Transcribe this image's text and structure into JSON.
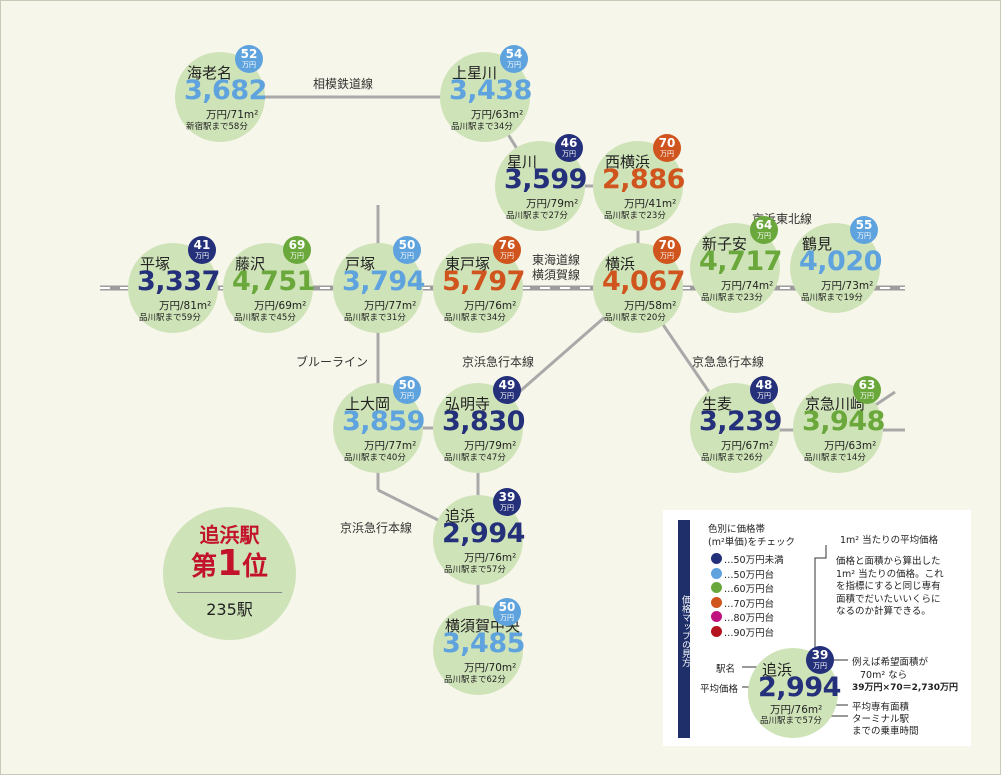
{
  "colors": {
    "under50": "#24307a",
    "r50": "#5fa3de",
    "r60": "#6aa83c",
    "r70": "#d0541e",
    "r80": "#c0127e",
    "r90": "#b5141e",
    "circle": "#cfe3b8",
    "track": "#a9a9a9",
    "accent_red": "#c3122b"
  },
  "stations": [
    {
      "id": "ebina",
      "name": "海老名",
      "price": "3,682",
      "badge": "52",
      "unit": "万円",
      "area": "万円/71m²",
      "time": "新宿駅まで58分",
      "color": "r50"
    },
    {
      "id": "kamihoshikawa",
      "name": "上星川",
      "price": "3,438",
      "badge": "54",
      "unit": "万円",
      "area": "万円/63m²",
      "time": "品川駅まで34分",
      "color": "r50"
    },
    {
      "id": "hoshikawa",
      "name": "星川",
      "price": "3,599",
      "badge": "46",
      "unit": "万円",
      "area": "万円/79m²",
      "time": "品川駅まで27分",
      "color": "under50"
    },
    {
      "id": "nishiyokohama",
      "name": "西横浜",
      "price": "2,886",
      "badge": "70",
      "unit": "万円",
      "area": "万円/41m²",
      "time": "品川駅まで23分",
      "color": "r70"
    },
    {
      "id": "hiratsuka",
      "name": "平塚",
      "price": "3,337",
      "badge": "41",
      "unit": "万円",
      "area": "万円/81m²",
      "time": "品川駅まで59分",
      "color": "under50"
    },
    {
      "id": "fujisawa",
      "name": "藤沢",
      "price": "4,751",
      "badge": "69",
      "unit": "万円",
      "area": "万円/69m²",
      "time": "品川駅まで45分",
      "color": "r60"
    },
    {
      "id": "totsuka",
      "name": "戸塚",
      "price": "3,794",
      "badge": "50",
      "unit": "万円",
      "area": "万円/77m²",
      "time": "品川駅まで31分",
      "color": "r50"
    },
    {
      "id": "higashitotsuka",
      "name": "東戸塚",
      "price": "5,797",
      "badge": "76",
      "unit": "万円",
      "area": "万円/76m²",
      "time": "品川駅まで34分",
      "color": "r70"
    },
    {
      "id": "yokohama",
      "name": "横浜",
      "price": "4,067",
      "badge": "70",
      "unit": "万円",
      "area": "万円/58m²",
      "time": "品川駅まで20分",
      "color": "r70"
    },
    {
      "id": "shinkoyasu",
      "name": "新子安",
      "price": "4,717",
      "badge": "64",
      "unit": "万円",
      "area": "万円/74m²",
      "time": "品川駅まで23分",
      "color": "r60"
    },
    {
      "id": "tsurumi",
      "name": "鶴見",
      "price": "4,020",
      "badge": "55",
      "unit": "万円",
      "area": "万円/73m²",
      "time": "品川駅まで19分",
      "color": "r50"
    },
    {
      "id": "kamiooka",
      "name": "上大岡",
      "price": "3,859",
      "badge": "50",
      "unit": "万円",
      "area": "万円/77m²",
      "time": "品川駅まで40分",
      "color": "r50"
    },
    {
      "id": "gumyoji",
      "name": "弘明寺",
      "price": "3,830",
      "badge": "49",
      "unit": "万円",
      "area": "万円/79m²",
      "time": "品川駅まで47分",
      "color": "under50"
    },
    {
      "id": "namamugi",
      "name": "生麦",
      "price": "3,239",
      "badge": "48",
      "unit": "万円",
      "area": "万円/67m²",
      "time": "品川駅まで26分",
      "color": "under50"
    },
    {
      "id": "keikyukawasaki",
      "name": "京急川崎",
      "price": "3,948",
      "badge": "63",
      "unit": "万円",
      "area": "万円/63m²",
      "time": "品川駅まで14分",
      "color": "r60"
    },
    {
      "id": "oppama",
      "name": "追浜",
      "price": "2,994",
      "badge": "39",
      "unit": "万円",
      "area": "万円/76m²",
      "time": "品川駅まで57分",
      "color": "under50"
    },
    {
      "id": "yokosukachuo",
      "name": "横須賀中央",
      "price": "3,485",
      "badge": "50",
      "unit": "万円",
      "area": "万円/70m²",
      "time": "品川駅まで62分",
      "color": "r50"
    }
  ],
  "line_labels": {
    "sotetsu": "相模鉄道線",
    "keihin_tohoku": "京浜東北線",
    "tokaido": "東海道線",
    "yokosuka": "横須賀線",
    "blue_line": "ブルーライン",
    "keikyu_main_1": "京浜急行本線",
    "keikyu_main_2": "京急急行本線",
    "keikyu_main_3": "京浜急行本線"
  },
  "ranking": {
    "station": "追浜駅",
    "rank_prefix": "第",
    "rank_number": "1",
    "rank_suffix": "位",
    "total": "235駅"
  },
  "legend": {
    "side_title": "価格マップの見方",
    "heading_1": "色別に価格帯",
    "heading_2": "(m²単価)をチェック",
    "bands": [
      {
        "label": "…50万円未満",
        "color": "under50"
      },
      {
        "label": "…50万円台",
        "color": "r50"
      },
      {
        "label": "…60万円台",
        "color": "r60"
      },
      {
        "label": "…70万円台",
        "color": "r70"
      },
      {
        "label": "…80万円台",
        "color": "r80"
      },
      {
        "label": "…90万円台",
        "color": "r90"
      }
    ],
    "unit_title": "1m² 当たりの平均価格",
    "unit_desc": [
      "価格と面積から算出した",
      "1m² 当たりの価格。これ",
      "を指標にすると同じ専有",
      "面積でだいたいいくらに",
      "なるのか計算できる。"
    ],
    "example": {
      "name": "追浜",
      "price": "2,994",
      "badge": "39",
      "unit": "万円",
      "area": "万円/76m²",
      "time": "品川駅まで57分"
    },
    "label_name": "駅名",
    "label_price": "平均価格",
    "calc_1": "例えば希望面積が",
    "calc_2": "70m² なら",
    "calc_3": "39万円×70＝2,730万円",
    "label_area": "平均専有面積",
    "label_time_1": "ターミナル駅",
    "label_time_2": "までの乗車時間"
  }
}
